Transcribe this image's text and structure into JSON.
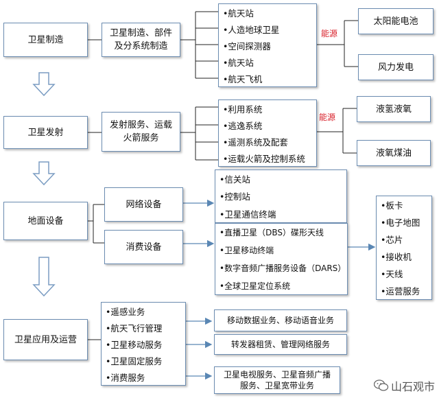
{
  "rows": [
    {
      "stage": "卫星制造",
      "sub": [
        "卫星制造、部件",
        "及分系统制造"
      ],
      "items": [
        "•航天站",
        "•人造地球卫星",
        "•空间探测器",
        "•航天站",
        "•航天飞机"
      ],
      "energy_label": "能源",
      "energy": [
        "太阳能电池",
        "风力发电"
      ]
    },
    {
      "stage": "卫星发射",
      "sub": [
        "发射服务、运载",
        "火箭服务"
      ],
      "items": [
        "•利用系统",
        "•逃逸系统",
        "•遥测系统及配套",
        "•运载火箭及控制系统"
      ],
      "energy_label": "能源",
      "energy": [
        "液氢液氧",
        "液氧煤油"
      ]
    },
    {
      "stage": "地面设备",
      "sub": [
        "网络设备",
        "消费设备"
      ],
      "items_network": [
        "•信关站",
        "•控制站",
        "•卫星通信终端"
      ],
      "items_consumer": [
        "•直播卫星（DBS）碟形天线",
        "•卫星移动终端",
        "•数字音频广播服务设备（DARS）",
        "•全球卫星定位系统"
      ],
      "components": [
        "•板卡",
        "•电子地图",
        "•芯片",
        "•接收机",
        "•天线",
        "•运营服务"
      ]
    },
    {
      "stage": "卫星应用及运营",
      "services": [
        "•遥感业务",
        "•航天飞行管理",
        "•卫星移动服务",
        "•卫星固定服务",
        "•消费服务"
      ],
      "outputs": [
        [
          "移动数据业务、移动语音业务"
        ],
        [
          "转发器租赁、管理网络服务"
        ],
        [
          "卫星电视服务、卫星音频广播",
          "服务、卫星宽带业务"
        ]
      ]
    }
  ],
  "watermark": "山石观市",
  "colors": {
    "border": "#6a8bb0",
    "arrow": "#5a87b4",
    "accent": "#d8202a"
  }
}
